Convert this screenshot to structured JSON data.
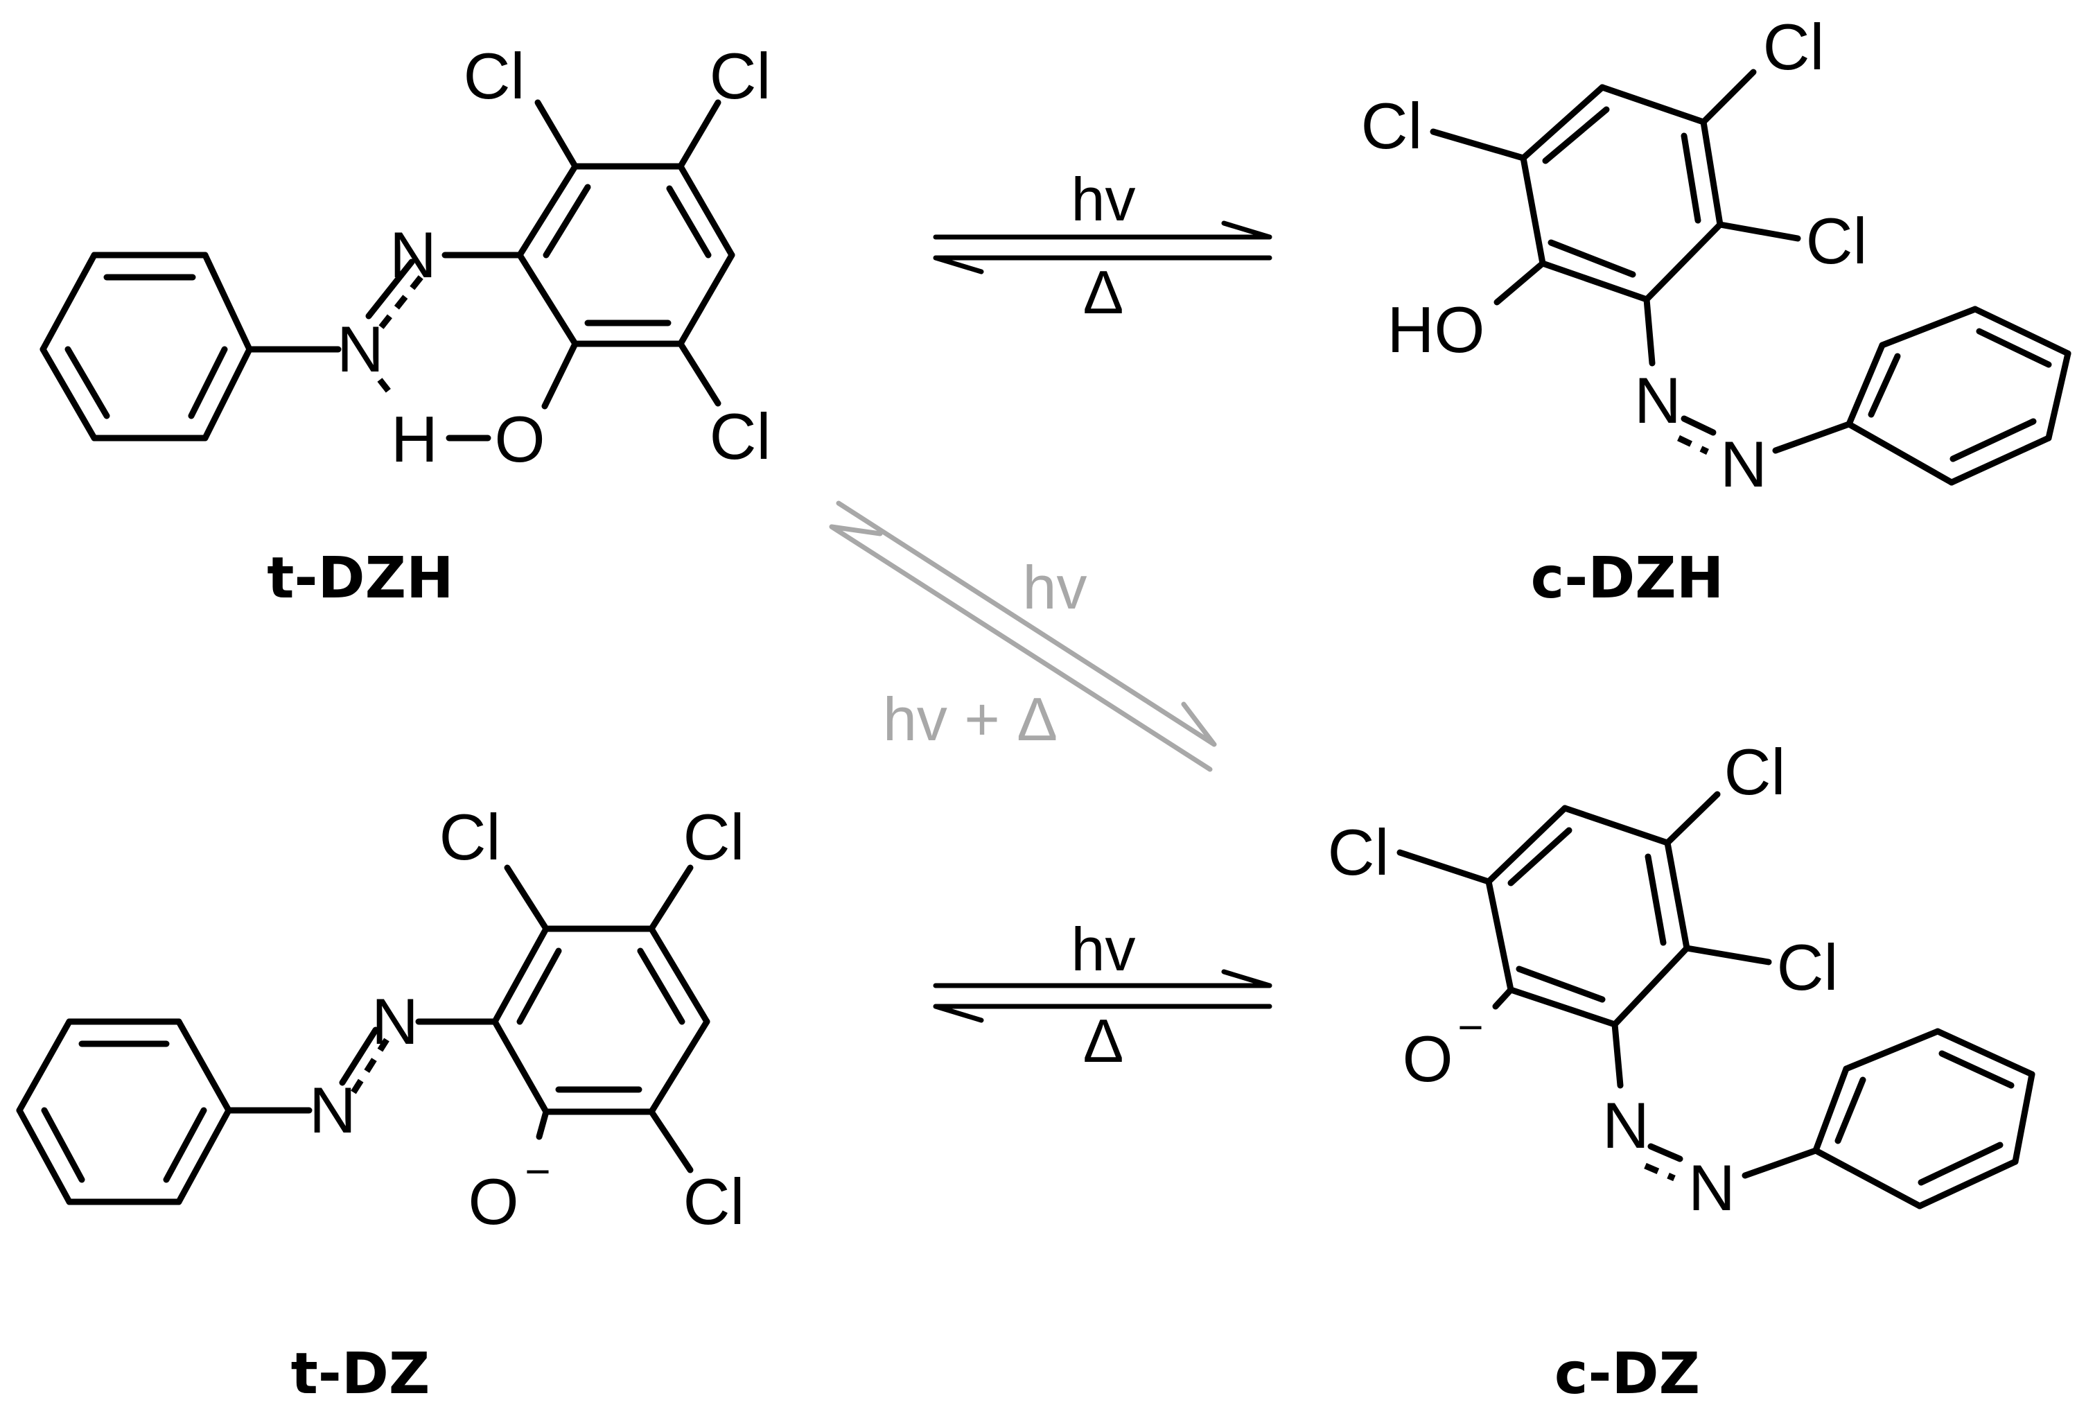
{
  "compounds": [
    {
      "id": "t-dzh",
      "label": "t-DZH"
    },
    {
      "id": "c-dzh",
      "label": "c-DZH"
    },
    {
      "id": "t-dz",
      "label": "t-DZ"
    },
    {
      "id": "c-dz",
      "label": "c-DZ"
    }
  ],
  "atoms": {
    "cl": "Cl",
    "n": "N",
    "h": "H",
    "o": "O",
    "ho": "HO"
  },
  "charges": {
    "minus": "−"
  },
  "conditions": {
    "light": "hv",
    "heat": "Δ",
    "light_and_heat": "hv + Δ"
  },
  "colors": {
    "main": "#000000",
    "secondary_pathway": "#a8a8a8"
  }
}
